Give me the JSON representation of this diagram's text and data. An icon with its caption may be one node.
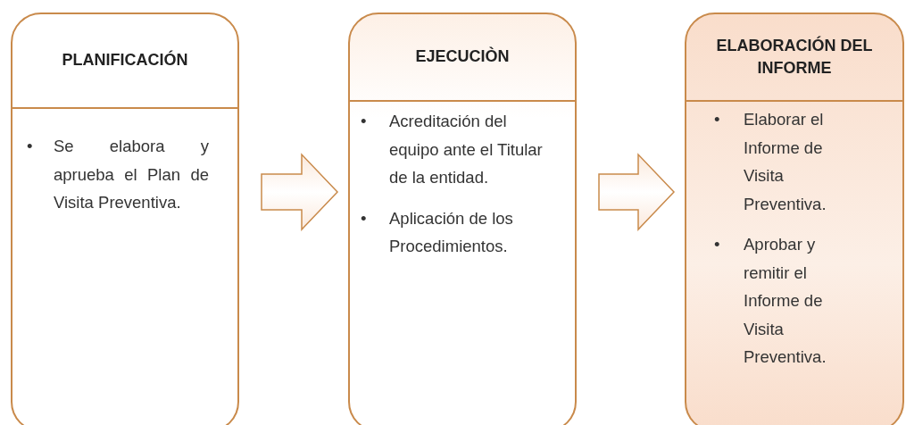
{
  "diagram": {
    "nodes": [
      {
        "text": [
          "PLANIFICACIÓN",
          "• Se elabora y aprueba el Plan de Visita Preventiva."
        ]
      },
      {
        "text": [
          "EJECUCIÒN",
          "• Acreditación del equipo ante el Titular de la entidad.",
          "• Aplicación de los Procedimientos."
        ]
      },
      {
        "text": [
          "ELABORACIÓN DEL INFORME",
          "• Elaborar el Informe de Visita Preventiva.",
          "• Aprobar y remitir el Informe de Visita Preventiva."
        ]
      }
    ],
    "edges": [
      {
        "from": 0,
        "to": 1,
        "arrow": "to"
      },
      {
        "from": 1,
        "to": 2,
        "arrow": "to"
      }
    ]
  }
}
